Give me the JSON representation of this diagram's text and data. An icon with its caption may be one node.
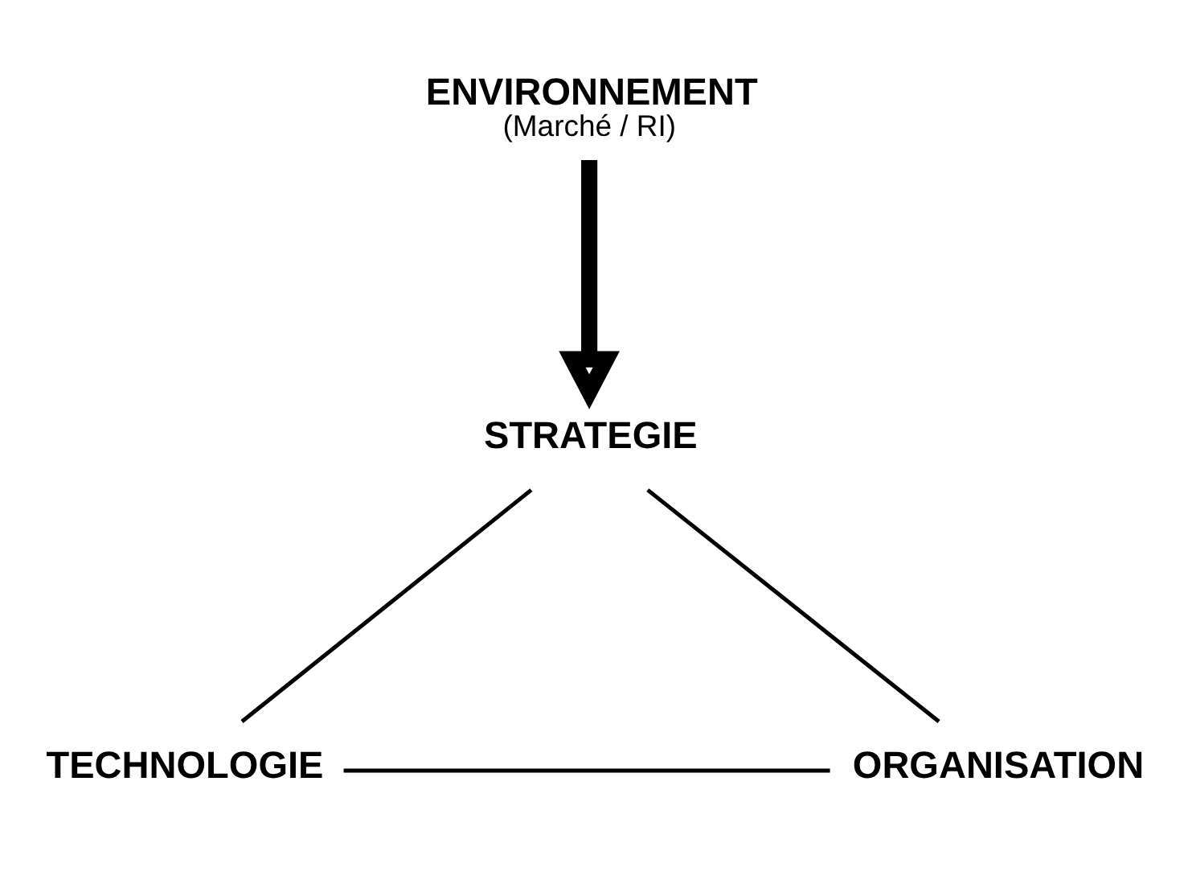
{
  "diagram": {
    "nodes": [
      {
        "text": [
          "ENVIRONNEMENT",
          "(Marché / RI)"
        ]
      },
      {
        "text": [
          "STRATEGIE"
        ]
      },
      {
        "text": [
          "TECHNOLOGIE"
        ]
      },
      {
        "text": [
          "ORGANISATION"
        ]
      }
    ],
    "edges": [
      {
        "from": 0,
        "to": 1,
        "arrow": "to",
        "style": "thick"
      },
      {
        "from": 1,
        "to": 2,
        "arrow": "none"
      },
      {
        "from": 2,
        "to": 3,
        "arrow": "none"
      },
      {
        "from": 3,
        "to": 1,
        "arrow": "none"
      }
    ]
  }
}
